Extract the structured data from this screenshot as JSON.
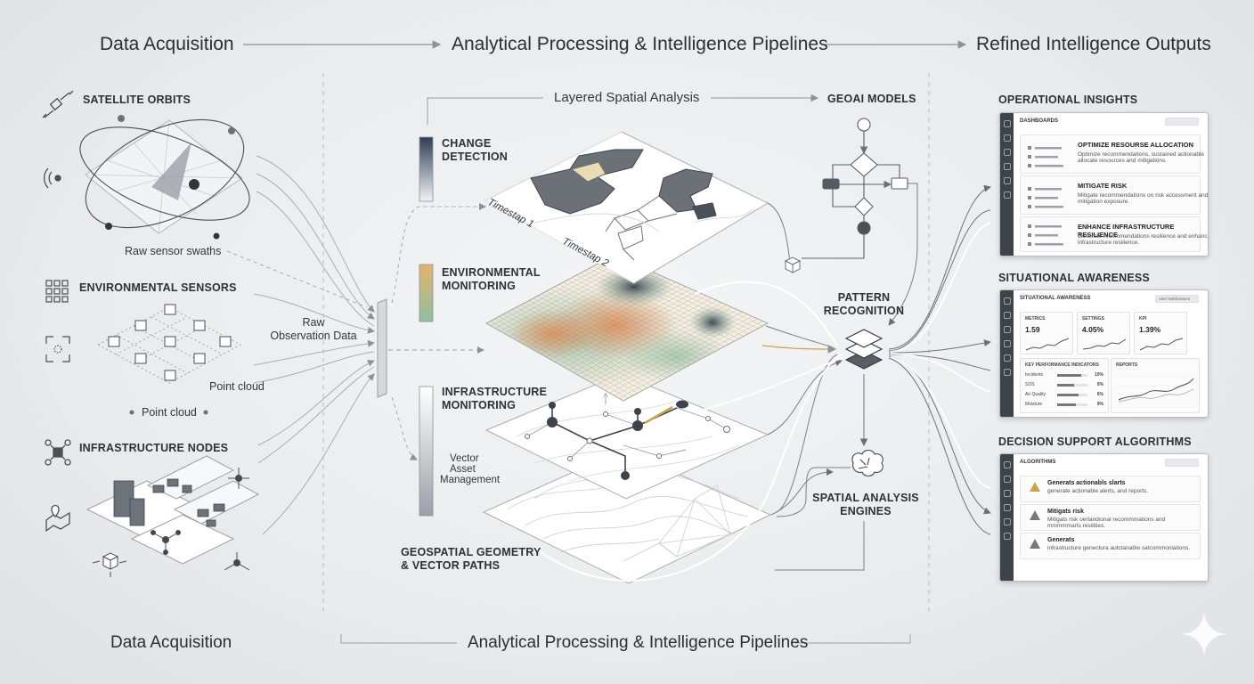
{
  "headers": {
    "top_acquisition": "Data Acquisition",
    "top_processing": "Analytical Processing & Intelligence Pipelines",
    "top_outputs": "Refined Intelligence Outputs",
    "bottom_acquisition": "Data Acquisition",
    "bottom_processing": "Analytical Processing & Intelligence Pipelines"
  },
  "acquisition": {
    "satellite_label": "SATELLITE ORBITS",
    "swaths_label": "Raw sensor swaths",
    "env_sensors_label": "ENVIRONMENTAL SENSORS",
    "point_cloud_1": "Point cloud",
    "point_cloud_2": "Point cloud",
    "infra_nodes_label": "INFRASTRUCTURE NODES",
    "raw_obs_line1": "Raw",
    "raw_obs_line2": "Observation Data"
  },
  "processing": {
    "layered_title": "Layered Spatial Analysis",
    "geoai_label": "GEOAI MODELS",
    "change_line1": "CHANGE",
    "change_line2": "DETECTION",
    "env_line1": "ENVIRONMENTAL",
    "env_line2": "MONITORING",
    "infra_line1": "INFRASTRUCTURE",
    "infra_line2": "MONITORING",
    "geom_line1": "GEOSPATIAL GEOMETRY",
    "geom_line2": "& VECTOR PATHS",
    "vam_line1": "Vector",
    "vam_line2": "Asset",
    "vam_line3": "Management",
    "timestamp1": "Timestap 1",
    "timestamp2": "Timestap 2",
    "pattern_line1": "PATTERN",
    "pattern_line2": "RECOGNITION",
    "engines_line1": "SPATIAL ANALYSIS",
    "engines_line2": "ENGINES"
  },
  "outputs": {
    "operational": {
      "label": "OPERATIONAL INSIGHTS",
      "panel_title": "DASHBOARDS",
      "items": [
        {
          "title": "OPTIMIZE RESOURSE ALLOCATION",
          "desc": "Optimize recommendations, sustained actionable allocate resources and mitigations."
        },
        {
          "title": "MITIGATE RISK",
          "desc": "Mitigate recommendations on risk accessment and mitigation exposure."
        },
        {
          "title": "ENHANCE INFRASTRUCTURE RESILIENCE",
          "desc": "Generate recommendations resilience and enhance infrastructure resilience."
        }
      ]
    },
    "situational": {
      "label": "SITUATIONAL AWARENESS",
      "panel_title": "SITUATIONAL AWARENESS",
      "selector": "Alert Notifications",
      "metrics": [
        {
          "title": "METRICS",
          "value": "1.59"
        },
        {
          "title": "SETTINGS",
          "value": "4.05%"
        },
        {
          "title": "KPI",
          "value": "1.39%"
        }
      ],
      "perf_title": "KEY PERFORMANCE INDICATORS",
      "perf_rows": [
        {
          "name": "Incidents",
          "value": "10%",
          "fill": 0.78
        },
        {
          "name": "SOS",
          "value": "0%",
          "fill": 0.55
        },
        {
          "name": "Air Quality",
          "value": "6%",
          "fill": 0.7
        },
        {
          "name": "Moisture",
          "value": "9%",
          "fill": 0.62
        }
      ],
      "reports_title": "REPORTS"
    },
    "decision": {
      "label": "DECISION SUPPORT ALGORITHMS",
      "panel_title": "ALGORITHMS",
      "items": [
        {
          "title": "Generats actionabls slarts",
          "desc": "generate actionable alerts, and reports."
        },
        {
          "title": "Mitigats risk",
          "desc": "Mitigats risk oerlandional recommmations and mmmmmarts resilities."
        },
        {
          "title": "Generats",
          "desc": "infrastructure genectura autctanable satcommoniations."
        }
      ]
    }
  },
  "colors": {
    "accent_amber": "#c9a54a",
    "dark_node": "#3d434a",
    "ink": "#2b2f34",
    "heat_warm": "#e59a62",
    "heat_cool": "#8fb8a4"
  },
  "icons": [
    "satellite-icon",
    "signal-icon",
    "sensor-grid-icon",
    "scan-icon",
    "network-node-icon",
    "map-pin-icon",
    "cube-icon",
    "brain-icon",
    "layers-icon",
    "warning-icon",
    "sparkle-icon"
  ]
}
